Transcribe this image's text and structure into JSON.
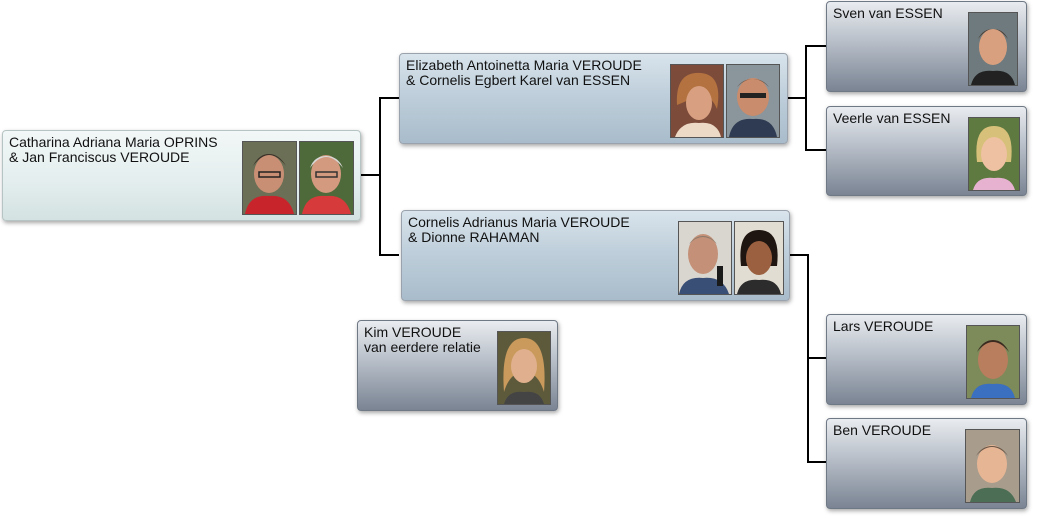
{
  "cards": {
    "root": {
      "line1": "Catharina Adriana Maria OPRINS",
      "line2": "& Jan Franciscus VEROUDE",
      "photos": [
        "woman-glasses-photo",
        "man-glasses-photo"
      ]
    },
    "elizabeth": {
      "line1": "Elizabeth Antoinetta Maria VEROUDE",
      "line2": "& Cornelis Egbert Karel van ESSEN",
      "photos": [
        "woman-photo",
        "man-photo"
      ]
    },
    "cornelis": {
      "line1": "Cornelis Adrianus Maria VEROUDE",
      "line2": "& Dionne RAHAMAN",
      "photos": [
        "man-photo",
        "woman-photo"
      ]
    },
    "kim": {
      "line1": "Kim VEROUDE",
      "line2": "van eerdere relatie",
      "photos": [
        "girl-photo"
      ]
    },
    "sven": {
      "line1": "Sven van ESSEN",
      "photos": [
        "boy-photo"
      ]
    },
    "veerle": {
      "line1": "Veerle van ESSEN",
      "photos": [
        "girl-photo"
      ]
    },
    "lars": {
      "line1": "Lars VEROUDE",
      "photos": [
        "boy-photo"
      ]
    },
    "ben": {
      "line1": "Ben VEROUDE",
      "photos": [
        "boy-photo"
      ]
    }
  },
  "colors": {
    "connector": "#000000",
    "couple_card": "#bfcfdb",
    "child_card": "#8a93a0",
    "root_card": "#e4eeee"
  }
}
